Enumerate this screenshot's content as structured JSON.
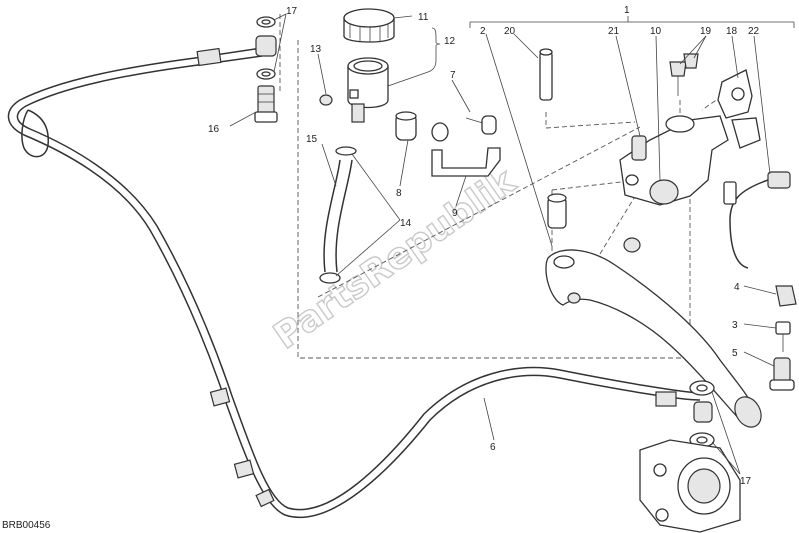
{
  "diagram": {
    "part_labels": [
      {
        "id": "1",
        "text": "1"
      },
      {
        "id": "2",
        "text": "2"
      },
      {
        "id": "3",
        "text": "3"
      },
      {
        "id": "4",
        "text": "4"
      },
      {
        "id": "5",
        "text": "5"
      },
      {
        "id": "6",
        "text": "6"
      },
      {
        "id": "7",
        "text": "7"
      },
      {
        "id": "8",
        "text": "8"
      },
      {
        "id": "9",
        "text": "9"
      },
      {
        "id": "10",
        "text": "10"
      },
      {
        "id": "11",
        "text": "11"
      },
      {
        "id": "12",
        "text": "12"
      },
      {
        "id": "13",
        "text": "13"
      },
      {
        "id": "14",
        "text": "14"
      },
      {
        "id": "15",
        "text": "15"
      },
      {
        "id": "16",
        "text": "16"
      },
      {
        "id": "17a",
        "text": "17"
      },
      {
        "id": "17b",
        "text": "17"
      },
      {
        "id": "18",
        "text": "18"
      },
      {
        "id": "19",
        "text": "19"
      },
      {
        "id": "20",
        "text": "20"
      },
      {
        "id": "21",
        "text": "21"
      },
      {
        "id": "22",
        "text": "22"
      }
    ],
    "drawing_code": "BRB00456",
    "watermark": "PartsRepublik"
  }
}
